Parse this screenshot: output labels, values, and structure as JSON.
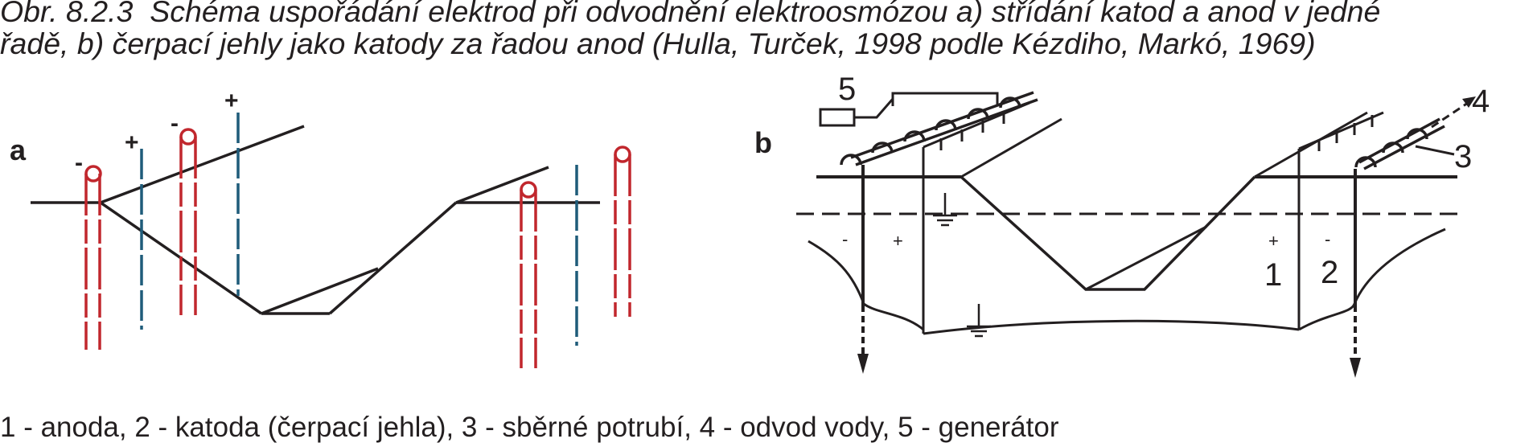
{
  "figure": {
    "caption_line1": "Obr. 8.2.3  Schéma uspořádání elektrod při odvodnění elektroosmózou a) střídání katod a anod v jedné",
    "caption_line2": "řadě, b) čerpací jehly jako katody za řadou anod (Hulla, Turček, 1998 podle Kézdiho, Markó, 1969)",
    "legend": "1 - anoda, 2 - katoda (čerpací jehla), 3 - sběrné potrubí, 4 - odvod vody, 5 - generátor"
  },
  "panel_a": {
    "label": "a",
    "signs": [
      "-",
      "+",
      "-",
      "+"
    ]
  },
  "panel_b": {
    "label": "b",
    "numbers": [
      "5",
      "4",
      "3",
      "1",
      "2"
    ],
    "signs": [
      "-",
      "+",
      "+",
      "-"
    ]
  },
  "colors": {
    "line": "#231f20",
    "cathode_red": "#c1272d",
    "anode_blue": "#1f5c7a"
  }
}
